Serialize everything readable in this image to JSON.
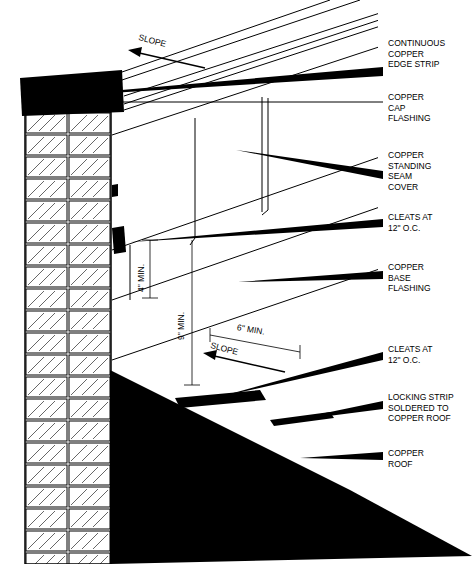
{
  "diagram": {
    "labels": [
      "SLOPE",
      "CONTINUOUS COPPER EDGE STRIP",
      "COPPER CAP FLASHING",
      "COPPER STANDING SEAM COVER",
      "CLEATS AT 12\" O.C.",
      "4\" MIN.",
      "9\" MIN.",
      "COPPER BASE FLASHING",
      "6\" MIN.",
      "SLOPE",
      "CLEATS AT 12\" O.C.",
      "LOCKING STRIP SOLDERED TO COPPER ROOF",
      "COPPER ROOF"
    ]
  }
}
